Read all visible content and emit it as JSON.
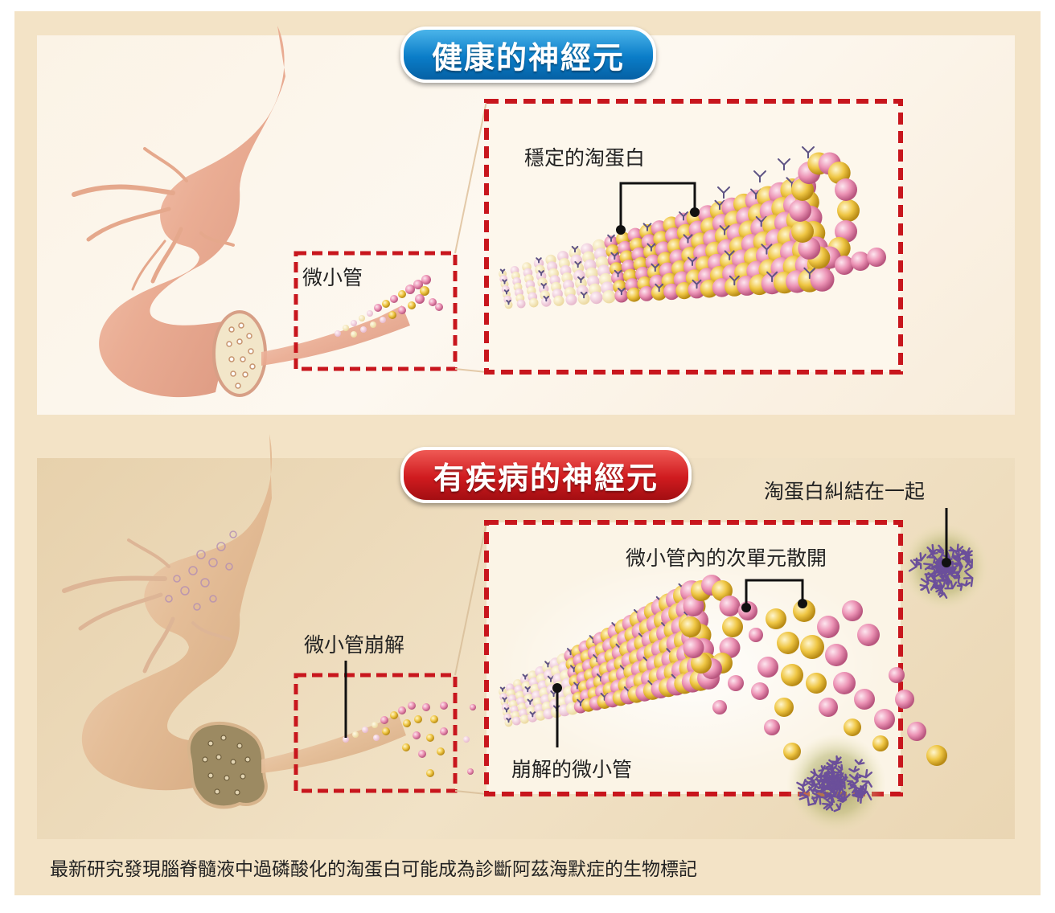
{
  "titles": {
    "healthy": "健康的神經元",
    "diseased": "有疾病的神經元"
  },
  "labels": {
    "microtubule": "微小管",
    "stable_tau": "穩定的淘蛋白",
    "microtubule_collapse": "微小管崩解",
    "tau_tangles": "淘蛋白糾結在一起",
    "subunits_scatter": "微小管內的次單元散開",
    "collapsed_microtubule": "崩解的微小管"
  },
  "caption": "最新研究發現腦脊髓液中過磷酸化的淘蛋白可能成為診斷阿茲海默症的生物標記",
  "colors": {
    "frame": "#f3e3c6",
    "dashed_box": "#c8161d",
    "tubulin_pink": "#e98fb1",
    "tubulin_yellow": "#edc64a",
    "tau_purple": "#6a5a8c",
    "neuron_skin": "#eab59a"
  }
}
